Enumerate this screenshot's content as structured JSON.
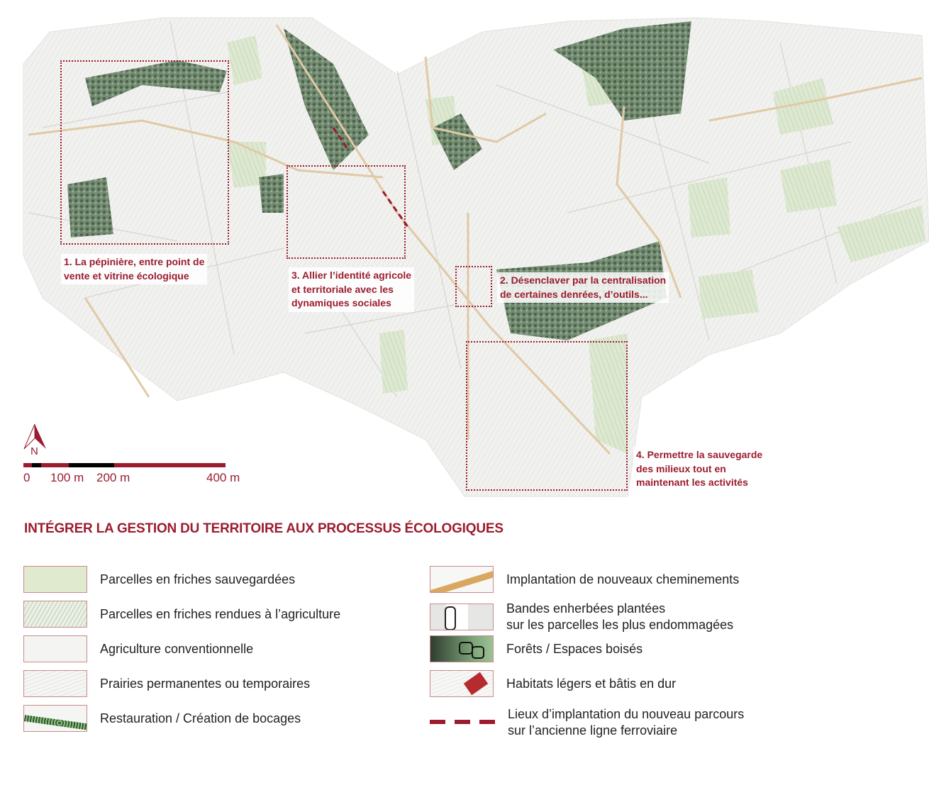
{
  "compass": {
    "label": "N"
  },
  "scale": {
    "labels": [
      "0",
      "100 m",
      "200 m",
      "400 m"
    ]
  },
  "annotations": [
    {
      "id": "1",
      "text_lines": [
        "1. La pépinière, entre point de",
        "vente et vitrine écologique"
      ]
    },
    {
      "id": "3",
      "text_lines": [
        "3. Allier l’identité agricole",
        "et territoriale avec les",
        "dynamiques sociales"
      ]
    },
    {
      "id": "2",
      "text_lines": [
        "2. Désenclaver par la centralisation",
        "de  certaines denrées, d’outils..."
      ]
    },
    {
      "id": "4",
      "text_lines": [
        "4. Permettre la sauvegarde",
        "des milieux tout en",
        "maintenant les activités"
      ]
    }
  ],
  "title": "INTÉGRER LA GESTION DU TERRITOIRE AUX PROCESSUS ÉCOLOGIQUES",
  "legend_left": [
    {
      "label": "Parcelles en friches sauvegardées"
    },
    {
      "label": "Parcelles en friches rendues à l’agriculture"
    },
    {
      "label": "Agriculture conventionnelle"
    },
    {
      "label": "Prairies permanentes ou temporaires"
    },
    {
      "label": "Restauration / Création de bocages"
    }
  ],
  "legend_right": [
    {
      "lines": [
        "Implantation de nouveaux cheminements"
      ]
    },
    {
      "lines": [
        "Bandes enherbées plantées",
        "sur les parcelles les plus endommagées"
      ]
    },
    {
      "lines": [
        "Forêts / Espaces boisés"
      ]
    },
    {
      "lines": [
        "Habitats légers et bâtis en dur"
      ]
    },
    {
      "lines": [
        "Lieux d’implantation du nouveau parcours",
        "sur l’ancienne ligne ferroviaire"
      ]
    }
  ],
  "colors": {
    "accent": "#9b1c2e",
    "friche": "#dfeacf",
    "forest": "#4f6e4f",
    "path": "#d9b27a"
  }
}
